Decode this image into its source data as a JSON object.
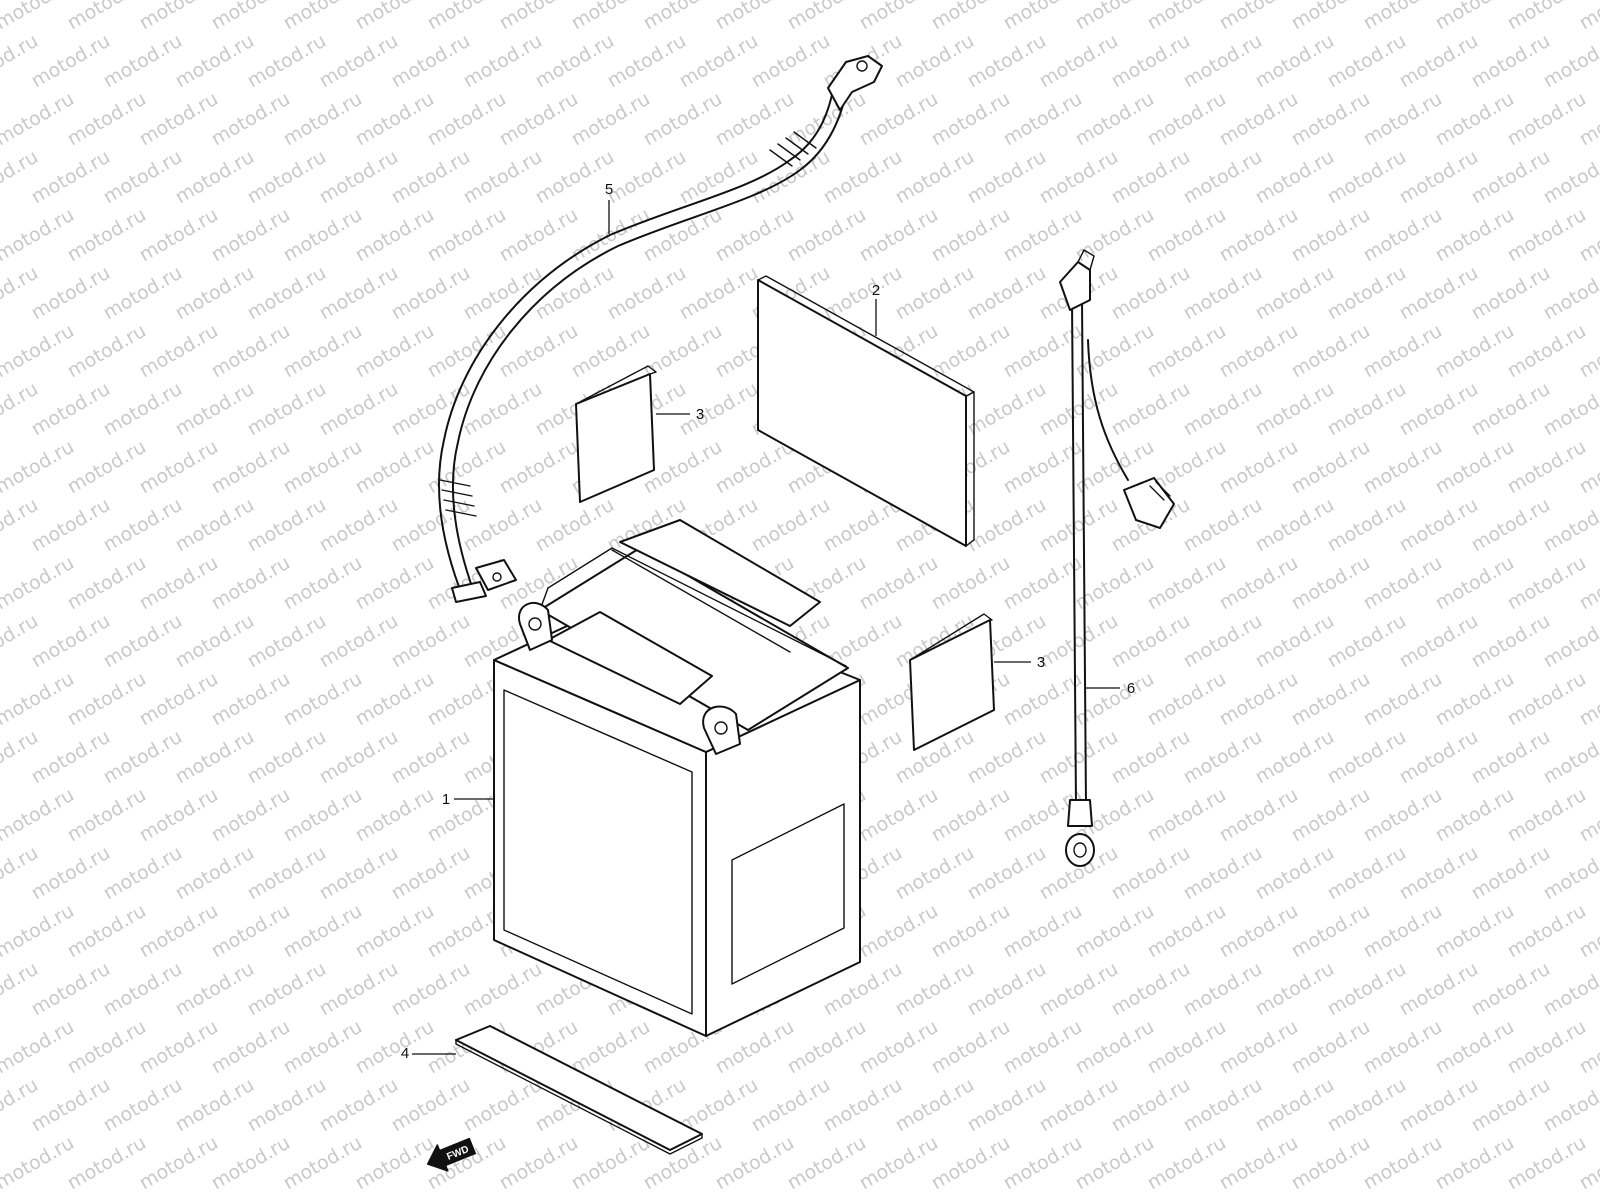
{
  "watermark": {
    "text": "motod.ru",
    "color": "#c9c9c9"
  },
  "direction_marker": {
    "label": "FWD",
    "icon": "forward-arrow-icon"
  },
  "callouts": [
    {
      "id": "battery",
      "number": "1"
    },
    {
      "id": "battery-sheet",
      "number": "2"
    },
    {
      "id": "small-sheet-upper",
      "number": "3"
    },
    {
      "id": "small-sheet-lower",
      "number": "3"
    },
    {
      "id": "label-strip",
      "number": "4"
    },
    {
      "id": "battery-cable",
      "number": "5"
    },
    {
      "id": "ground-lead",
      "number": "6"
    }
  ]
}
